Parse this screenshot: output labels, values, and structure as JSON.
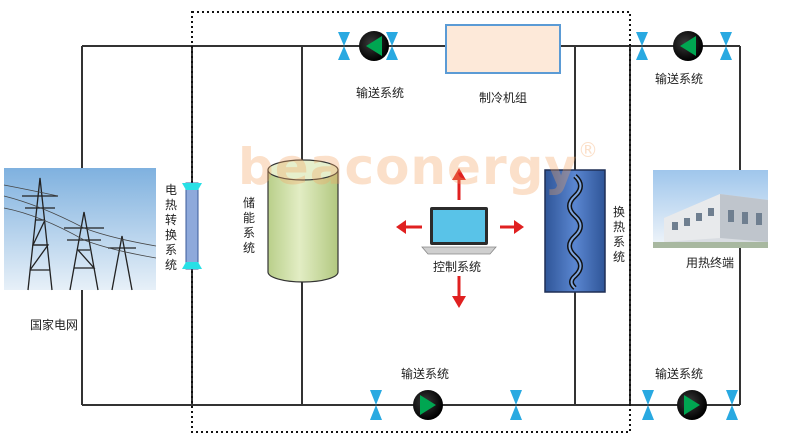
{
  "labels": {
    "grid": "国家电网",
    "converter": "电热转换系统",
    "storage": "储能系统",
    "control": "控制系统",
    "exchanger": "换热系统",
    "user": "用热终端",
    "chiller": "制冷机组",
    "pump_top_left": "输送系统",
    "pump_top_right": "输送系统",
    "pump_bottom_left": "输送系统",
    "pump_bottom_right": "输送系统"
  },
  "watermark": {
    "text": "beaconergy",
    "mark": "®"
  },
  "colors": {
    "pipe": "#333333",
    "pump_green": "#00a651",
    "valve_cyan": "#29a9e1",
    "arrow_red": "#e02020",
    "tank_fill": "#d7e4b2",
    "exchanger_fill": "#4472c4",
    "chiller_fill": "#fde9d9",
    "chiller_border": "#5b9bd5",
    "converter_fill": "#8ea9db",
    "watermark": "#f4a460"
  }
}
